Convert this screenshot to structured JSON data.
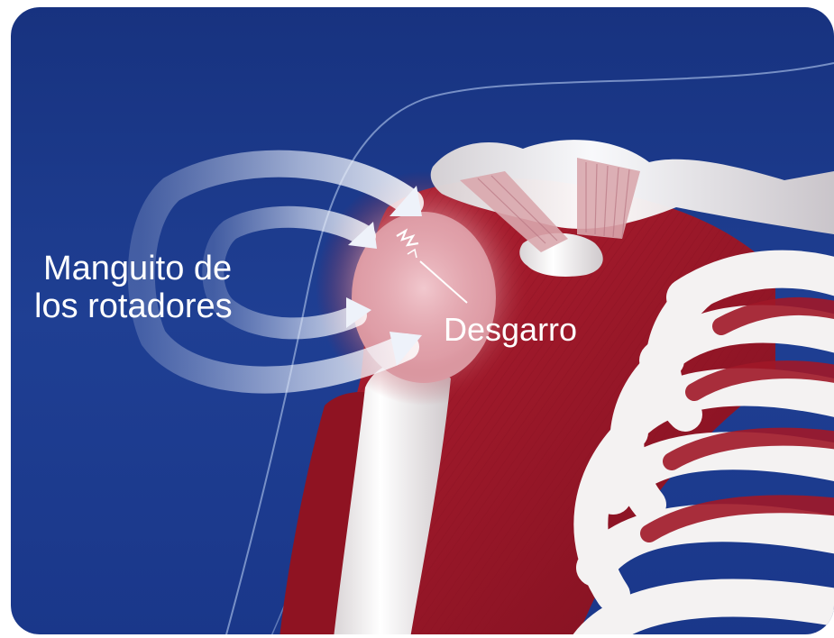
{
  "labels": {
    "rotator_cuff_line1": "Manguito de",
    "rotator_cuff_line2": "los rotadores",
    "tear": "Desgarro"
  },
  "colors": {
    "background": "#1f3f93",
    "background_dark": "#16307a",
    "muscle": "#a01828",
    "muscle_dark": "#7a0f1d",
    "bone": "#f4f2f2",
    "tendon": "#d9a7ad",
    "arrow": "#c9d3ea",
    "outline": "#8fa6d6"
  },
  "icons": {
    "arrows": "curved-arrow-icon",
    "tear_mark": "tear-mark-icon"
  }
}
